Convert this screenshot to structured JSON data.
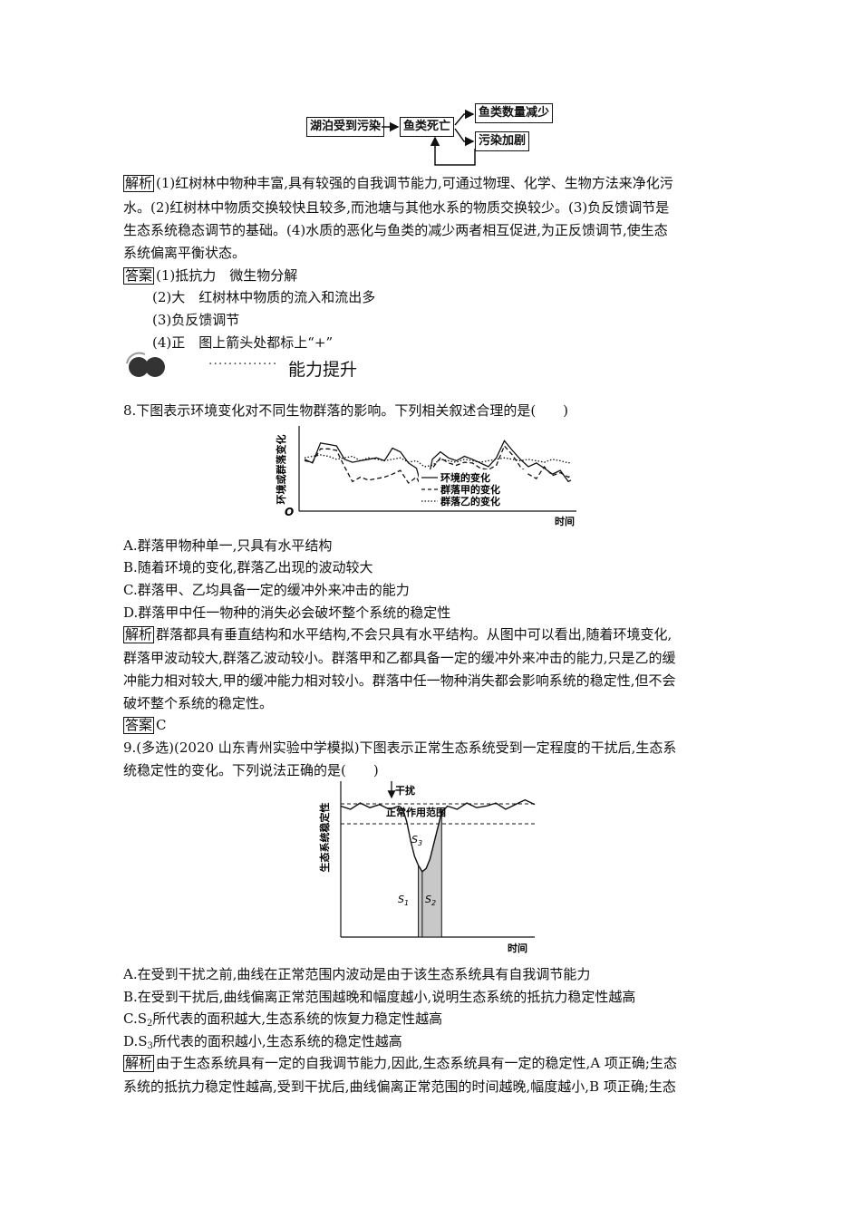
{
  "flow": {
    "box_lake": "湖泊受到污染",
    "box_fish_death": "鱼类死亡",
    "box_fish_decrease": "鱼类数量减少",
    "box_pollution_worse": "污染加剧"
  },
  "analysis7": {
    "tag": "解析",
    "lines": [
      "(1)红树林中物种丰富,具有较强的自我调节能力,可通过物理、化学、生物方法来净化污",
      "水。(2)红树林中物质交换较快且较多,而池塘与其他水系的物质交换较少。(3)负反馈调节是",
      "生态系统稳态调节的基础。(4)水质的恶化与鱼类的减少两者相互促进,为正反馈调节,使生态",
      "系统偏离平衡状态。"
    ]
  },
  "answer7": {
    "tag": "答案",
    "lines": [
      "(1)抵抗力　微生物分解",
      "(2)大　红树林中物质的流入和流出多",
      "(3)负反馈调节",
      "(4)正　图上箭头处都标上“+”"
    ]
  },
  "section": {
    "dots": "··············",
    "title": "能力提升"
  },
  "q8": {
    "stem": "8.下图表示环境变化对不同生物群落的影响。下列相关叙述合理的是(　　)",
    "options": [
      "A.群落甲物种单一,只具有水平结构",
      "B.随着环境的变化,群落乙出现的波动较大",
      "C.群落甲、乙均具备一定的缓冲外来冲击的能力",
      "D.群落甲中任一物种的消失必会破坏整个系统的稳定性"
    ],
    "analysis_tag": "解析",
    "analysis_lines": [
      "群落都具有垂直结构和水平结构,不会只具有水平结构。从图中可以看出,随着环境变化,",
      "群落甲波动较大,群落乙波动较小。群落甲和乙都具备一定的缓冲外来冲击的能力,只是乙的缓",
      "冲能力相对较大,甲的缓冲能力相对较小。群落中任一物种消失都会影响系统的稳定性,但不会",
      "破坏整个系统的稳定性。"
    ],
    "answer_tag": "答案",
    "answer": "C"
  },
  "chart_data": [
    {
      "type": "line",
      "ylabel": "环境或群落变化",
      "xlabel": "时间",
      "origin_label": "O",
      "legend_position": "bottom-right",
      "series": [
        {
          "name": "环境的变化",
          "style": "solid",
          "x": [
            0,
            3,
            6,
            9,
            12,
            15,
            18,
            21,
            24,
            27,
            30,
            33,
            36,
            39,
            42,
            45,
            48,
            51,
            54,
            57,
            60,
            63,
            66,
            69,
            72,
            75,
            78,
            81,
            84,
            87,
            90,
            93,
            96,
            99,
            100
          ],
          "y": [
            60,
            55,
            82,
            80,
            78,
            60,
            56,
            58,
            60,
            62,
            58,
            75,
            70,
            55,
            48,
            10,
            60,
            70,
            62,
            58,
            64,
            60,
            55,
            50,
            62,
            85,
            72,
            60,
            50,
            55,
            48,
            40,
            45,
            30,
            32
          ]
        },
        {
          "name": "群落甲的变化",
          "style": "dashed",
          "x": [
            0,
            3,
            6,
            9,
            12,
            15,
            18,
            21,
            24,
            27,
            30,
            33,
            36,
            39,
            42,
            45,
            48,
            51,
            54,
            57,
            60,
            63,
            66,
            69,
            72,
            75,
            78,
            81,
            84,
            87,
            90,
            93,
            96,
            99,
            100
          ],
          "y": [
            58,
            56,
            74,
            74,
            72,
            50,
            30,
            36,
            32,
            34,
            36,
            40,
            45,
            28,
            36,
            15,
            48,
            62,
            55,
            52,
            56,
            55,
            48,
            46,
            52,
            78,
            66,
            50,
            40,
            34,
            50,
            38,
            42,
            36,
            38
          ]
        },
        {
          "name": "群落乙的变化",
          "style": "dotted",
          "x": [
            0,
            3,
            6,
            9,
            12,
            15,
            18,
            21,
            24,
            27,
            30,
            33,
            36,
            39,
            42,
            45,
            48,
            51,
            54,
            57,
            60,
            63,
            66,
            69,
            72,
            75,
            78,
            81,
            84,
            87,
            90,
            93,
            96,
            99,
            100
          ],
          "y": [
            62,
            64,
            66,
            64,
            60,
            62,
            64,
            58,
            62,
            60,
            58,
            60,
            62,
            56,
            58,
            50,
            52,
            60,
            58,
            56,
            60,
            58,
            56,
            58,
            60,
            62,
            60,
            58,
            60,
            58,
            56,
            60,
            58,
            55,
            56
          ]
        }
      ]
    },
    {
      "type": "area",
      "ylabel": "生态系统稳定性",
      "xlabel": "时间",
      "annotations": [
        "干扰",
        "正常作用范围"
      ],
      "regions": [
        "S1",
        "S2",
        "S3"
      ],
      "series": [
        {
          "name": "稳定性",
          "x": [
            0,
            5,
            10,
            15,
            20,
            25,
            30,
            32,
            34,
            36,
            38,
            40,
            42,
            44,
            46,
            48,
            50,
            52,
            55,
            60,
            65,
            70,
            75,
            80,
            85,
            90,
            95,
            100
          ],
          "y": [
            84,
            82,
            86,
            83,
            85,
            82,
            84,
            82,
            74,
            62,
            52,
            46,
            42,
            44,
            50,
            60,
            70,
            80,
            84,
            82,
            86,
            83,
            84,
            86,
            82,
            85,
            88,
            85
          ]
        }
      ]
    }
  ],
  "q9": {
    "stem_line1": "9.(多选)(2020 山东青州实验中学模拟)下图表示正常生态系统受到一定程度的干扰后,生态系",
    "stem_line2": "统稳定性的变化。下列说法正确的是(　　)",
    "optionA": "A.在受到干扰之前,曲线在正常范围内波动是由于该生态系统具有自我调节能力",
    "optionB": "B.在受到干扰后,曲线偏离正常范围越晚和幅度越小,说明生态系统的抵抗力稳定性越高",
    "optionC_pre": "C.S",
    "optionC_sub": "2",
    "optionC_post": "所代表的面积越大,生态系统的恢复力稳定性越高",
    "optionD_pre": "D.S",
    "optionD_sub": "3",
    "optionD_post": "所代表的面积越小,生态系统的稳定性越高",
    "analysis_tag": "解析",
    "analysis_lines": [
      "由于生态系统具有一定的自我调节能力,因此,生态系统具有一定的稳定性,A 项正确;生态",
      "系统的抵抗力稳定性越高,受到干扰后,曲线偏离正常范围的时间越晚,幅度越小,B 项正确;生态"
    ]
  }
}
